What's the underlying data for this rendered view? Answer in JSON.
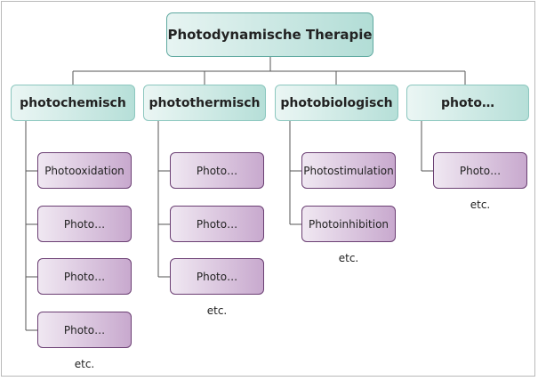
{
  "diagram": {
    "root": "Photodynamische Therapie",
    "categories": [
      {
        "label": "photochemisch",
        "items": [
          "Photooxidation",
          "Photo…",
          "Photo…",
          "Photo…"
        ],
        "etc": "etc."
      },
      {
        "label": "photothermisch",
        "items": [
          "Photo…",
          "Photo…",
          "Photo…"
        ],
        "etc": "etc."
      },
      {
        "label": "photobiologisch",
        "items": [
          "Photostimulation",
          "Photoinhibition"
        ],
        "etc": "etc."
      },
      {
        "label": "photo…",
        "items": [
          "Photo…"
        ],
        "etc": "etc."
      }
    ]
  },
  "colors": {
    "connector": "#555555",
    "root_border": "#5fa9a0",
    "category_fill": "#b6dfd8",
    "leaf_fill": "#c8a9ce",
    "leaf_border": "#6b3f73"
  }
}
